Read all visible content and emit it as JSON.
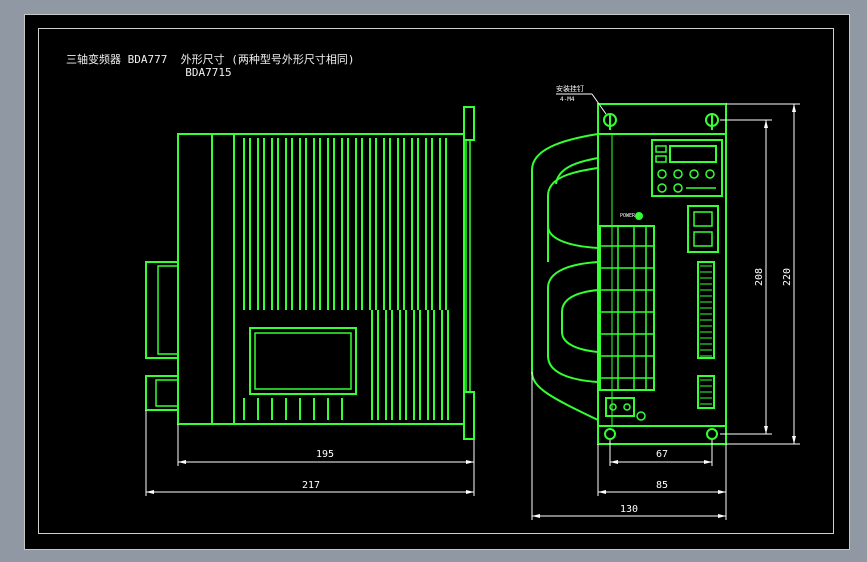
{
  "drawing": {
    "title_line1": "三轴变频器 BDA777  外形尺寸 (两种型号外形尺寸相同)",
    "title_line2": "BDA7715",
    "callout_label_1": "安装挂钉",
    "callout_label_2": "4-M4",
    "power_label": "POWER"
  },
  "dimensions": {
    "d195": "195",
    "d217": "217",
    "d67": "67",
    "d85": "85",
    "d130": "130",
    "d208": "208",
    "d220": "220"
  },
  "colors": {
    "outline": "#33ff33",
    "dimension": "#ffffff",
    "background": "#000000"
  }
}
